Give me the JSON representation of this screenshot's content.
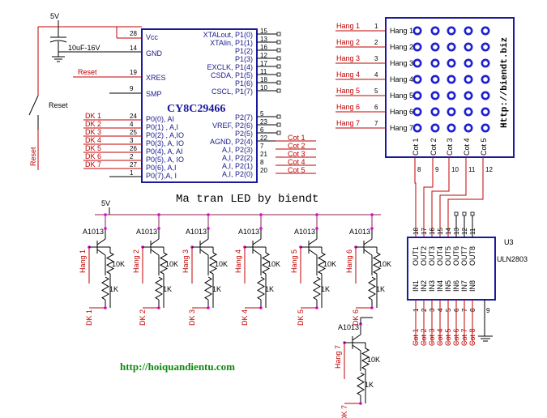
{
  "title": "Ma tran LED by biendt",
  "footer_url": "http://hoiquandientu.com",
  "power": {
    "vcc": "5V",
    "vcc_row": "5V",
    "capacitor": "10uF-16V",
    "reset_switch": "Reset",
    "reset_net": "Reset",
    "reset_net2": "Reset"
  },
  "chip": {
    "name": "CY8C29466",
    "pins_left": [
      "28",
      "14",
      "19",
      "9"
    ],
    "left_labels": [
      "Vcc",
      "GND",
      "XRES",
      "SMP"
    ],
    "port0_labels": [
      "P0(0), AI",
      "P0(1) , A,I",
      "P0(2) , A,IO",
      "P0(3), A, IO",
      "P0(4), A, AI",
      "P0(5), A, IO",
      "P0(6), A,I",
      "P0(7),A, I"
    ],
    "port0_pins": [
      "24",
      "4",
      "25",
      "3",
      "26",
      "2",
      "27",
      "1"
    ],
    "dk_nets": [
      "DK 1",
      "DK 2",
      "DK 3",
      "DK 4",
      "DK 5",
      "DK 6",
      "DK 7"
    ],
    "right_top_labels": [
      "XTALout, P1(0)",
      "XTAlin, P1(1)",
      "P1(2)",
      "P1(3)",
      "EXCLK, P1(4)",
      "CSDA, P1(5)",
      "P1(6)",
      "CSCL, P1(7)"
    ],
    "right_top_pins": [
      "15",
      "13",
      "16",
      "12",
      "17",
      "11",
      "18",
      "10"
    ],
    "right_bottom_labels": [
      "P2(7)",
      "VREF, P2(6)",
      "P2(5)",
      "AGND, P2(4)",
      "A,I, P2(3)",
      "A,I, P2(2)",
      "A,I, P2(1)",
      "A,I, P2(0)"
    ],
    "right_bottom_pins": [
      "5",
      "23",
      "6",
      "22",
      "7",
      "21",
      "8",
      "20"
    ],
    "cot_nets": [
      "Cot 1",
      "Cot 2",
      "Cot 3",
      "Cot 4",
      "Cot 5"
    ]
  },
  "matrix": {
    "website": "Http://biendt.biz",
    "rows": [
      "Hang 1",
      "Hang 2",
      "Hang 3",
      "Hang 4",
      "Hang 5",
      "Hang 6",
      "Hang 7"
    ],
    "row_pins": [
      "1",
      "2",
      "3",
      "4",
      "5",
      "6",
      "7"
    ],
    "cols": [
      "Cot 1",
      "Cot 2",
      "Cot 3",
      "Cot 4",
      "Cot 5"
    ],
    "col_pins": [
      "8",
      "9",
      "10",
      "11",
      "12"
    ]
  },
  "uln": {
    "ref": "U3",
    "name": "ULN2803",
    "out_labels": [
      "OUT1",
      "OUT2",
      "OUT3",
      "OUT4",
      "OUT5",
      "OUT6",
      "OUT7",
      "OUT8"
    ],
    "out_pins": [
      "18",
      "17",
      "16",
      "15",
      "14",
      "13",
      "12",
      "11"
    ],
    "in_labels": [
      "IN1",
      "IN2",
      "IN3",
      "IN4",
      "IN5",
      "IN6",
      "IN7",
      "IN8"
    ],
    "in_pins": [
      "1",
      "2",
      "3",
      "4",
      "5",
      "6",
      "7",
      "8"
    ],
    "in_nets": [
      "Cot 1",
      "Cot 2",
      "Cot 3",
      "Cot 4",
      "Cot 5",
      "Cot 6",
      "Cot 7",
      "Cot 8"
    ],
    "gnd_pin": "9"
  },
  "drivers": {
    "transistor": "A1013",
    "r_base": "10K",
    "r_series": "1K",
    "hang_nets": [
      "Hang 1",
      "Hang 2",
      "Hang 3",
      "Hang 4",
      "Hang 5",
      "Hang 6",
      "Hang 7"
    ],
    "dk_nets": [
      "DK 1",
      "DK 2",
      "DK 3",
      "DK 4",
      "DK 5",
      "DK 6",
      "DK 7"
    ]
  },
  "colors": {
    "wire": "#000000",
    "net_red": "#c00000",
    "chip_blue": "#1a1a9c",
    "led_blue": "#1f1fd0",
    "junction": "#e000e0",
    "footer_green": "#0a8a0a"
  }
}
